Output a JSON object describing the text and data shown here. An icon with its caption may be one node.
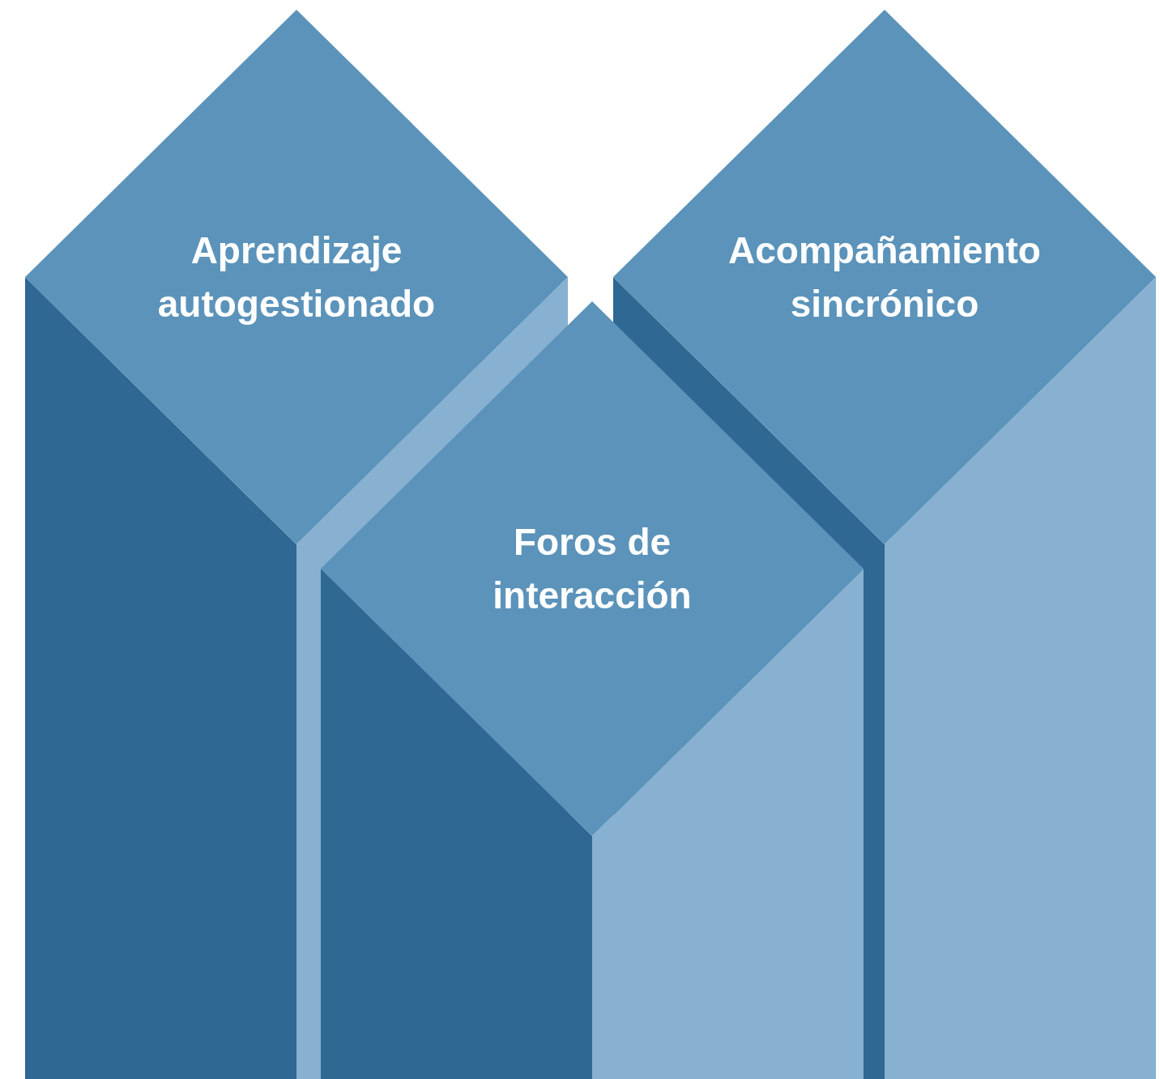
{
  "diagram": {
    "nodes": [
      {
        "text": [
          "Aprendizaje autogestionado"
        ]
      },
      {
        "text": [
          "Acompañamiento sincrónico"
        ]
      },
      {
        "text": [
          "Foros de interacción"
        ]
      }
    ]
  }
}
